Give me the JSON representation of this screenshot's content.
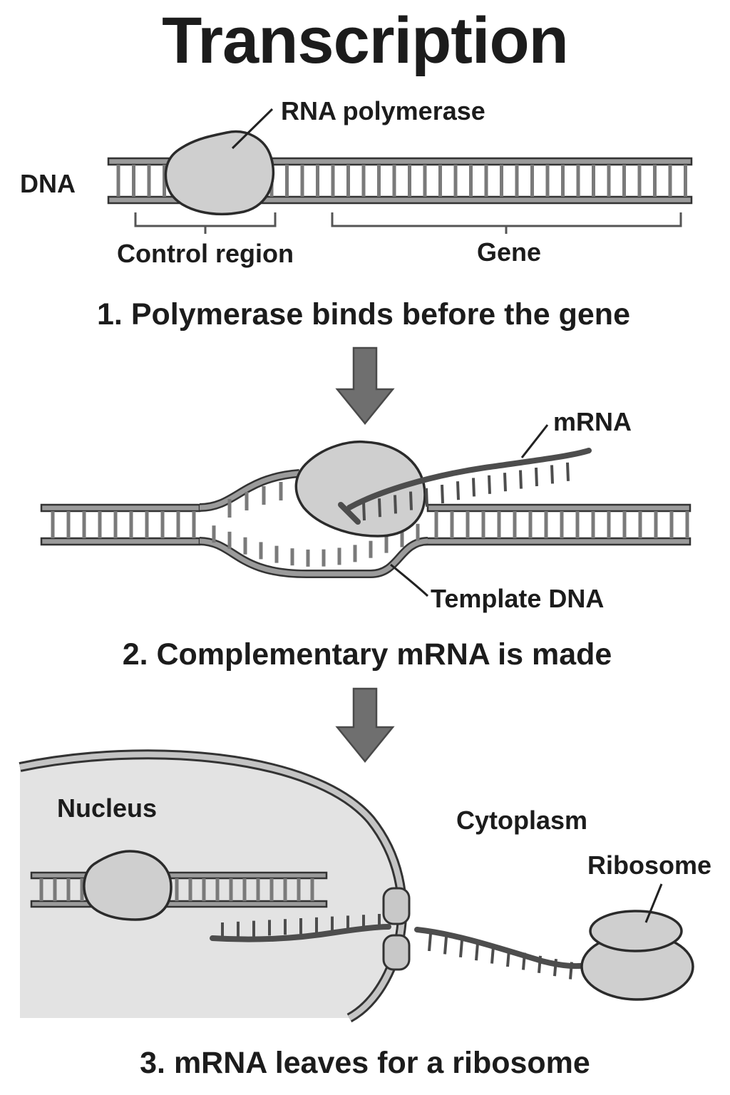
{
  "title": "Transcription",
  "labels": {
    "rna_polymerase": "RNA polymerase",
    "dna": "DNA",
    "control_region": "Control region",
    "gene": "Gene",
    "mrna": "mRNA",
    "template_dna": "Template DNA",
    "nucleus": "Nucleus",
    "cytoplasm": "Cytoplasm",
    "ribosome": "Ribosome"
  },
  "steps": [
    "1. Polymerase binds before the gene",
    "2. Complementary mRNA is made",
    "3. mRNA leaves for a ribosome"
  ],
  "colors": {
    "polymerase_fill": "#cfcfcf",
    "nucleus_fill": "#e3e3e3",
    "dna_rail": "#9b9b9b",
    "arrow": "#6f6f6f",
    "mrna": "#4d4d4d"
  }
}
